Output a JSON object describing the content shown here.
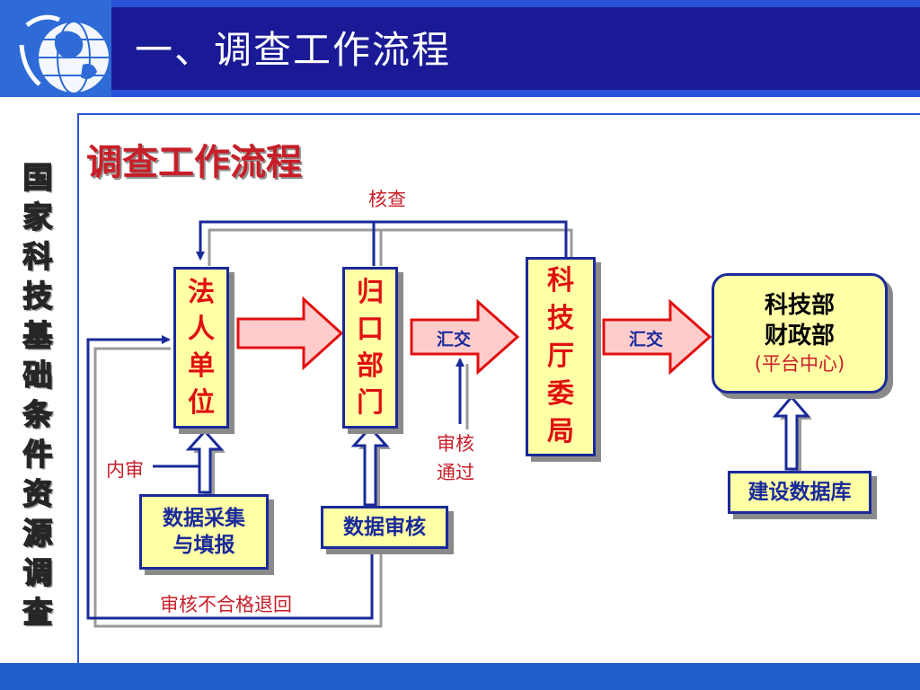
{
  "header": {
    "title": "一、调查工作流程"
  },
  "sidebar": {
    "vertical_title": "国家科技基础条件资源调查"
  },
  "main": {
    "subtitle": "调查工作流程"
  },
  "diagram": {
    "nodes": {
      "legal_unit": "法人单位",
      "dept": "归口部门",
      "sci_bureau": "科技厅委局",
      "ministry_line1": "科技部",
      "ministry_line2": "财政部",
      "ministry_note": "(平台中心)",
      "data_collect": "数据采集与填报",
      "data_review": "数据审核",
      "build_db": "建设数据库"
    },
    "labels": {
      "verify": "核查",
      "submit_1": "汇交",
      "submit_2": "汇交",
      "review_pass_line1": "审核",
      "review_pass_line2": "通过",
      "internal_review": "内审",
      "return_fail": "审核不合格退回"
    }
  },
  "colors": {
    "header_bg": "#1a1a96",
    "accent_blue": "#2a52d8",
    "box_fill": "#ffffa6",
    "arrow_fill": "#ffcccc",
    "text_red": "#c81e28",
    "text_blue": "#1a2a9a"
  },
  "icons": {
    "logo": "globe-logo-icon"
  }
}
